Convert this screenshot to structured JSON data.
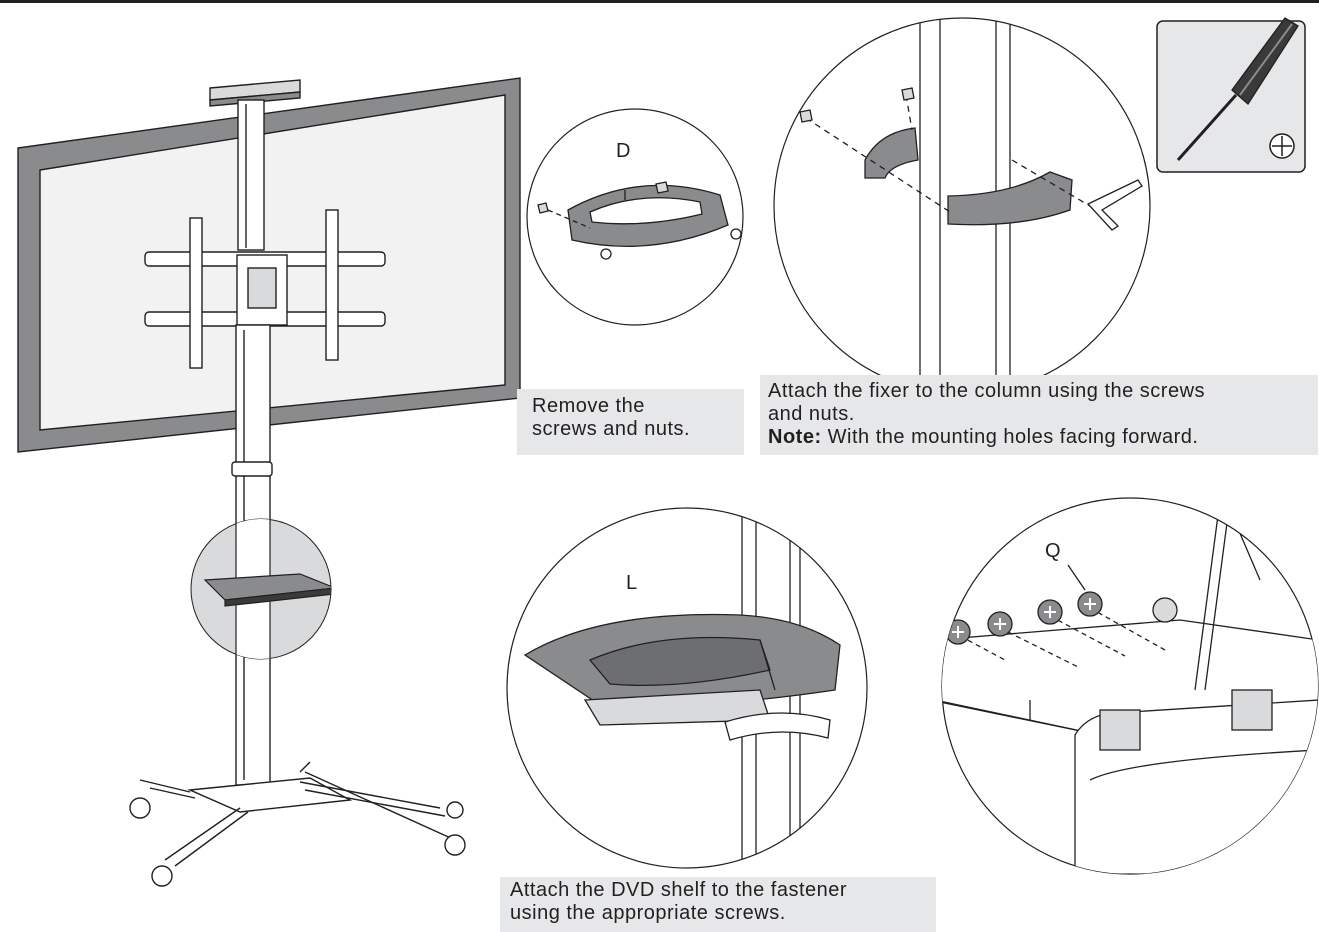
{
  "part_labels": {
    "d": "D",
    "l": "L",
    "q": "Q"
  },
  "captions": {
    "remove": {
      "line1": "Remove the",
      "line2": "screws and nuts."
    },
    "fixer": {
      "line1": "Attach the fixer to the column using the screws",
      "line2": "and nuts.",
      "note_label": "Note:",
      "note_text": " With the mounting holes facing forward."
    },
    "shelf": {
      "line1": "Attach the DVD shelf to the fastener",
      "line2": "using the appropriate screws."
    }
  },
  "tool_icon": "phillips-screwdriver-icon",
  "colors": {
    "ink": "#231f20",
    "caption_bg": "#e6e7e8",
    "part_gray": "#8a8b8d",
    "light_gray": "#d9dadb"
  }
}
